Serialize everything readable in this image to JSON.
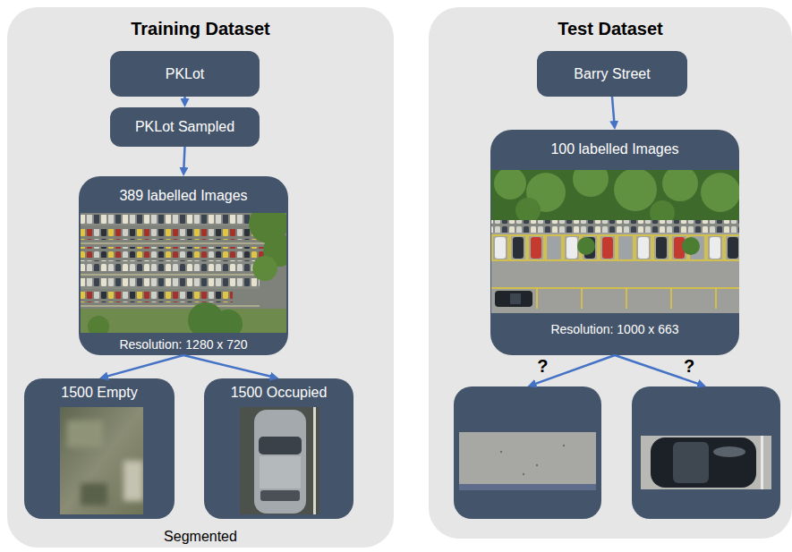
{
  "diagram": {
    "nodes": [
      {
        "text": [
          "Training Dataset",
          "Segmented"
        ]
      },
      {
        "text": [
          "PKLot"
        ],
        "in": 0
      },
      {
        "text": [
          "PKLot Sampled"
        ],
        "in": 0
      },
      {
        "text": [
          "389 labelled Images",
          "Resolution: 1280 x 720"
        ],
        "in": 0
      },
      {
        "text": [
          "1500 Empty"
        ],
        "in": 0
      },
      {
        "text": [
          "1500 Occupied"
        ],
        "in": 0
      },
      {
        "text": [
          "Test Dataset"
        ]
      },
      {
        "text": [
          "Barry Street"
        ],
        "in": 6
      },
      {
        "text": [
          "100 labelled Images",
          "Resolution: 1000 x 663"
        ],
        "in": 6
      },
      {
        "text": [],
        "in": 6
      },
      {
        "text": [],
        "in": 6
      }
    ],
    "edges": [
      {
        "from": 1,
        "to": 2,
        "arrow": "to"
      },
      {
        "from": 2,
        "to": 3,
        "arrow": "to"
      },
      {
        "from": 3,
        "to": 4,
        "arrow": "to"
      },
      {
        "from": 3,
        "to": 5,
        "arrow": "to"
      },
      {
        "from": 7,
        "to": 8,
        "arrow": "to"
      },
      {
        "from": 8,
        "to": 9,
        "arrow": "to",
        "label": "?"
      },
      {
        "from": 8,
        "to": 10,
        "arrow": "to",
        "label": "?"
      }
    ]
  }
}
